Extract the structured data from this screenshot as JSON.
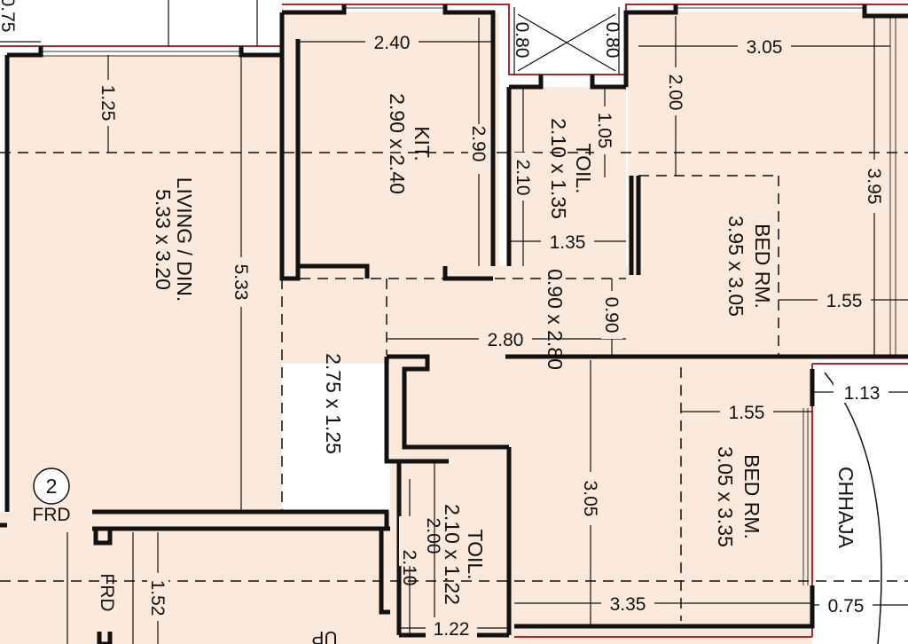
{
  "colors": {
    "floor": "#fbe9dc",
    "wall": "#111111",
    "outer_wall": "#b0262a",
    "dim_line": "#111111"
  },
  "rooms": {
    "living": {
      "name": "LIVING / DIN.",
      "size": "5.33 x 3.20"
    },
    "kitchen": {
      "name": "KIT.",
      "size": "2.90 x 2.40"
    },
    "toilet1": {
      "name": "TOIL.",
      "size": "2.10 x 1.35"
    },
    "bed1": {
      "name": "BED RM.",
      "size": "3.95 x 3.05"
    },
    "passage": {
      "size": "2.75 x 1.25"
    },
    "passage2": {
      "size": "0.90 x 2.80"
    },
    "bed2": {
      "name": "BED RM.",
      "size": "3.05 x 3.35"
    },
    "toilet2": {
      "name": "TOIL.",
      "size": "2.10 x 1.22"
    },
    "chhaja": {
      "name": "CHHAJA"
    }
  },
  "dimensions": {
    "kit_width": "2.40",
    "kit_depth": "2.90",
    "living_win": "1.25",
    "living_depth": "5.33",
    "duct_left": "0.80",
    "duct_right": "0.80",
    "toil1_door": "1.05",
    "toil1_height": "2.10",
    "toil1_width": "1.35",
    "passage_width": "0.90",
    "passage_len": "2.80",
    "bed1_width": "3.05",
    "bed1_win": "2.00",
    "bed1_depth": "3.95",
    "bed1_wall": "1.55",
    "bed2_offset": "1.55",
    "bed2_depth": "3.05",
    "bed2_width": "3.35",
    "chhaja_top": "1.13",
    "chhaja_bottom": "0.75",
    "toil2_height": "2.10",
    "toil2_door": "2.00",
    "toil2_width": "1.22",
    "frd_depth": "1.52",
    "corner_dim": "0.75"
  },
  "labels": {
    "grid_marker": "2",
    "frd_1": "FRD",
    "frd_2": "FRD",
    "up": "UP"
  }
}
